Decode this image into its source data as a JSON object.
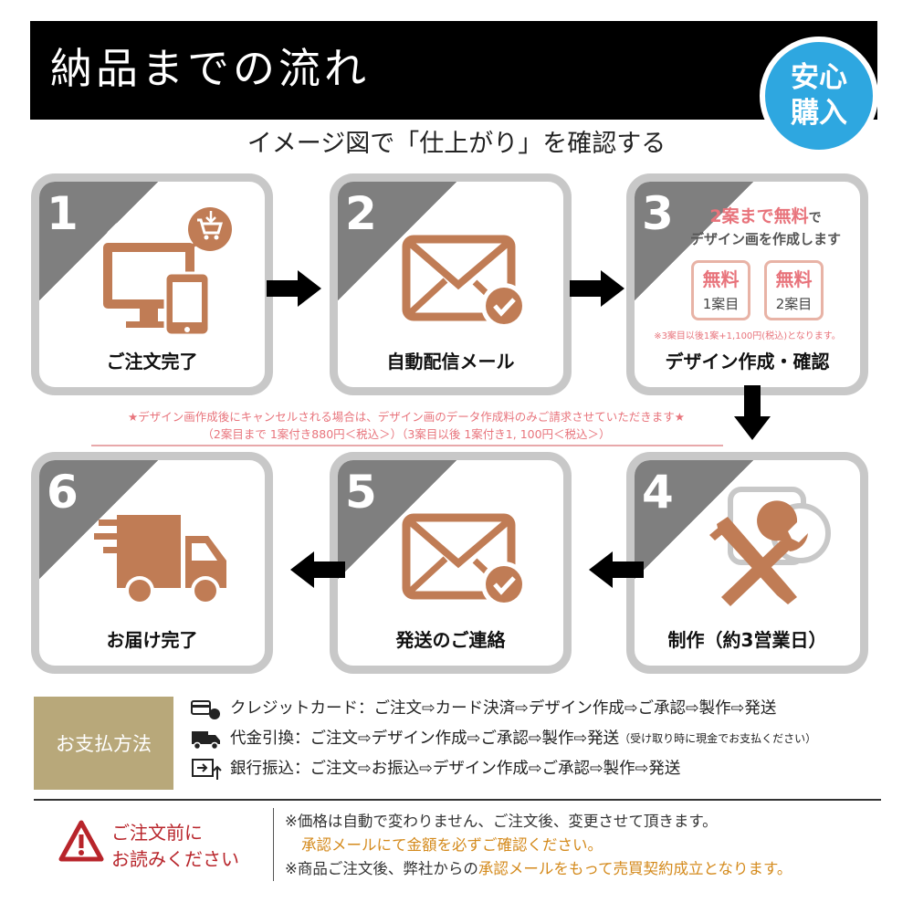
{
  "header": {
    "title": "納品までの流れ"
  },
  "badge": {
    "line1": "安心",
    "line2": "購入",
    "color": "#2ea7e0"
  },
  "subtitle": "イメージ図で「仕上がり」を確認する",
  "steps": [
    {
      "num": "1",
      "label": "ご注文完了",
      "icon": "computer-phone-cart-icon"
    },
    {
      "num": "2",
      "label": "自動配信メール",
      "icon": "mail-check-icon"
    },
    {
      "num": "3",
      "label": "デザイン作成・確認",
      "icon": "design-free-panel"
    },
    {
      "num": "4",
      "label": "制作（約3営業日）",
      "icon": "tools-icon"
    },
    {
      "num": "5",
      "label": "発送のご連絡",
      "icon": "mail-check-icon"
    },
    {
      "num": "6",
      "label": "お届け完了",
      "icon": "truck-icon"
    }
  ],
  "step3": {
    "headline_pink": "2案まで無料",
    "headline_gray": "で",
    "sub": "デザイン画を作成します",
    "box1_top": "無料",
    "box1_bottom": "1案目",
    "box2_top": "無料",
    "box2_bottom": "2案目",
    "note": "※3案目以後1案+1,100円(税込)となります。"
  },
  "cancel_note": {
    "line1": "★デザイン画作成後にキャンセルされる場合は、デザイン画のデータ作成料のみご請求させていただきます★",
    "line2": "（2案目まで 1案付き880円＜税込＞）（3案目以後 1案付き1, 100円＜税込＞）"
  },
  "payment": {
    "title": "お支払方法",
    "rows": [
      {
        "icon": "credit-card-icon",
        "text": "クレジットカード：ご注文⇨カード決済⇨デザイン作成⇨ご承認⇨製作⇨発送",
        "small": ""
      },
      {
        "icon": "delivery-cash-icon",
        "text": "代金引換：ご注文⇨デザイン作成⇨ご承認⇨製作⇨発送",
        "small": "（受け取り時に現金でお支払ください）"
      },
      {
        "icon": "bank-transfer-icon",
        "text": "銀行振込：ご注文⇨お振込⇨デザイン作成⇨ご承認⇨製作⇨発送",
        "small": ""
      }
    ]
  },
  "warning": {
    "line1": "ご注文前に",
    "line2": "お読みください",
    "icon": "warning-triangle-icon",
    "color": "#b8252b"
  },
  "notes": {
    "line1": "※価格は自動で変わりません、ご注文後、変更させて頂きます。",
    "line2": "承認メールにて金額を必ずご確認ください。",
    "line3_a": "※商品ご注文後、弊社からの",
    "line3_b": "承認メールをもって売買契約成立となります。"
  },
  "colors": {
    "brown": "#c07c55",
    "pink": "#e8747c",
    "gold": "#b8a87a",
    "orange": "#d48a1c"
  }
}
